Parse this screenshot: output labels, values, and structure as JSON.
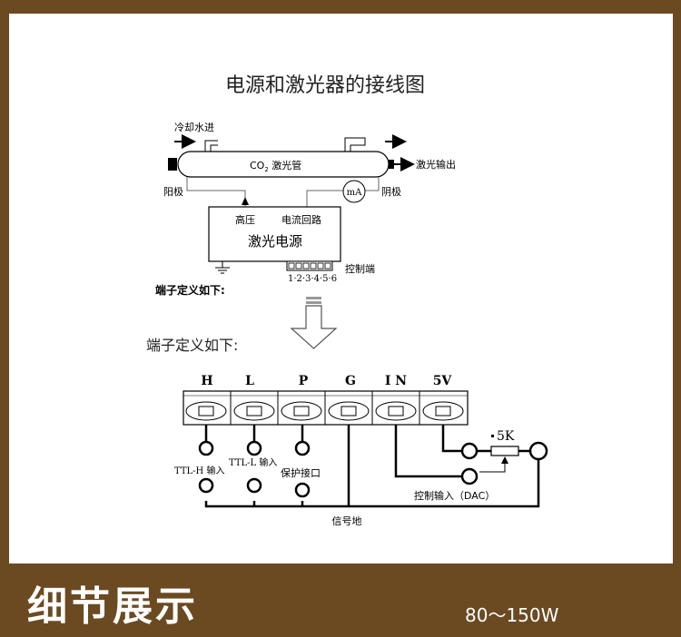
{
  "diagram": {
    "title": "电源和激光器的接线图",
    "top": {
      "water_in": "冷却水进",
      "co2": "CO",
      "co2_sub": "2",
      "tube_rest": " 激光管",
      "laser_out": "激光输出",
      "anode": "阳极",
      "cathode": "阴极",
      "ma": "mA",
      "high_voltage": "高压",
      "current_loop": "电流回路",
      "power_supply": "激光电源",
      "control_terminal": "控制端",
      "terminal_numbers": "1·2·3·4·5·6",
      "terminal_def_small": "端子定义如下:"
    },
    "terminal_def": "端子定义如下:",
    "terminals": [
      "H",
      "L",
      "P",
      "G",
      "I N",
      "5V"
    ],
    "labels": {
      "ttl_h": "TTL-H 输入",
      "ttl_l": "TTL-L 输入",
      "protect": "保护接口",
      "pot": "5K",
      "control_input": "控制输入（DAC）",
      "signal_ground": "信号地"
    }
  },
  "footer": {
    "title": "细节展示",
    "power": "80～150W"
  }
}
